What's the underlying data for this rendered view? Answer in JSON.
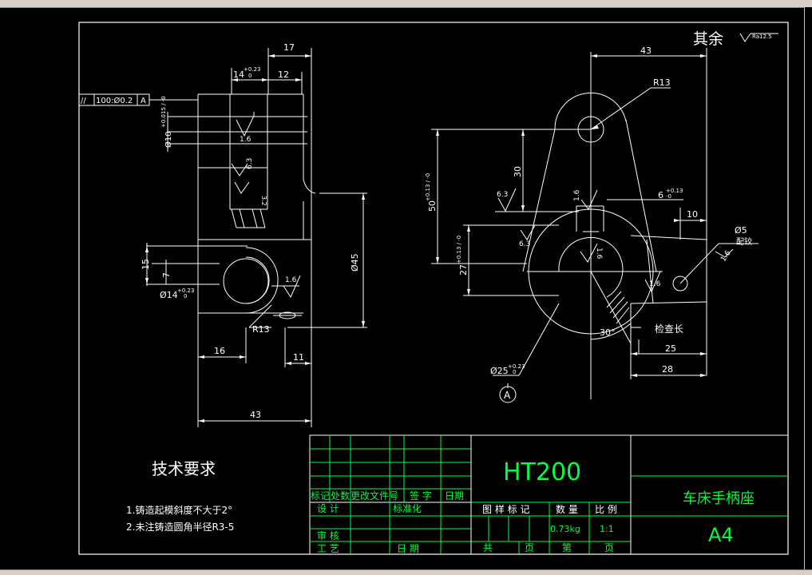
{
  "window": {
    "background": "#000000",
    "line_color": "#ffffff",
    "title_block_color": "#00ff3c"
  },
  "roughness": {
    "label": "其余",
    "value": "Ra12.5"
  },
  "left_view": {
    "dims": {
      "d17": "17",
      "d14": "14",
      "d14_tol_up": "+0.23",
      "d14_tol_lo": "0",
      "d12": "12",
      "fcf_symbol": "//",
      "fcf_value": "100:Ø0.2",
      "fcf_datum": "A",
      "phi10": "Ø10",
      "phi10_tol": "+0.015 / -0",
      "d15": "15",
      "d7": "7",
      "phi14": "Ø14",
      "phi14_tol_up": "+0.23",
      "phi14_tol_lo": "0",
      "phi45": "Ø45",
      "r13": "R13",
      "d16": "16",
      "d11": "11",
      "d43": "43",
      "ra16a": "1.6",
      "ra63a": "6.3",
      "ra32a": "3.2",
      "ra16b": "1.6"
    }
  },
  "right_view": {
    "dims": {
      "d43": "43",
      "r13": "R13",
      "d30": "30",
      "d50": "50",
      "d50_tol": "+0.13 / -0",
      "ra63a": "6.3",
      "ra63b": "6.3",
      "ra16a": "1.6",
      "ra16b": "1.6",
      "ra16c": "1.6",
      "d6": "6",
      "d6_tol_up": "+0.13",
      "d6_tol_lo": "-0",
      "d10": "10",
      "phi5": "Ø5",
      "phi5_note": "配铰",
      "d27": "27",
      "d27_tol": "+0.13 / -0",
      "angle30": "30°",
      "check_len": "检查长",
      "d25": "25",
      "d28": "28",
      "phi25": "Ø25",
      "phi25_tol_up": "+0.23",
      "phi25_tol_lo": "0",
      "datum": "A",
      "ra_side": "1.6"
    }
  },
  "tech_req": {
    "title": "技术要求",
    "items": [
      "1.铸造起模斜度不大于2°",
      "2.未注铸造圆角半径R3-5"
    ]
  },
  "title_block": {
    "material": "HT200",
    "part_name": "车床手柄座",
    "paper": "A4",
    "rev_headers": [
      "标记",
      "处数",
      "更改文件号",
      "签 字",
      "日期"
    ],
    "design": "设 计",
    "standard": "标准化",
    "review": "审 核",
    "process": "工 艺",
    "date": "日 期",
    "drawing_mark": "图 样 标 记",
    "quantity": "数 量",
    "scale": "比 例",
    "weight": "0.73kg",
    "ratio": "1:1",
    "total": "共",
    "page1": "页",
    "page_no": "第",
    "page2": "页"
  }
}
